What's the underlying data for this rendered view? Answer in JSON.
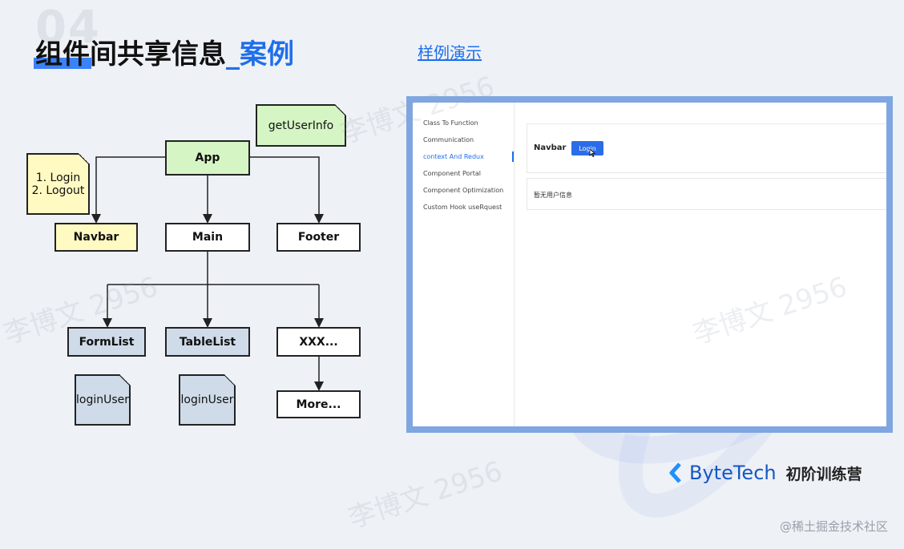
{
  "slide": {
    "number": "04",
    "title_main": "组件间共享信息",
    "title_accent": "_案例",
    "demo_link": "样例演示"
  },
  "diagram": {
    "nodes": {
      "app": "App",
      "navbar": "Navbar",
      "main": "Main",
      "footer": "Footer",
      "formlist": "FormList",
      "tablelist": "TableList",
      "xxx": "XXX...",
      "more": "More..."
    },
    "notes": {
      "getuserinfo": "getUserInfo",
      "login_logout": [
        "1. Login",
        "2. Logout"
      ],
      "loginuser_1": "loginUser",
      "loginuser_2": "loginUser"
    }
  },
  "demo": {
    "sidebar_items": [
      "Class To Function",
      "Communication",
      "context And Redux",
      "Component Portal",
      "Component Optimization",
      "Custom Hook useRquest"
    ],
    "active_index": 2,
    "navbar_label": "Navbar",
    "login_button": "Login",
    "no_user_info": "暂无用户信息"
  },
  "brand": {
    "name": "ByteTech",
    "sub": "初阶训练营"
  },
  "watermark": "李博文 2956",
  "footer_credit": "@稀土掘金技术社区",
  "colors": {
    "accent": "#1f6feb",
    "node_green": "#d5f5c4",
    "node_yellow": "#fff9c2",
    "node_blue": "#cfdbe8",
    "browser_frame": "#7fa6e0"
  }
}
